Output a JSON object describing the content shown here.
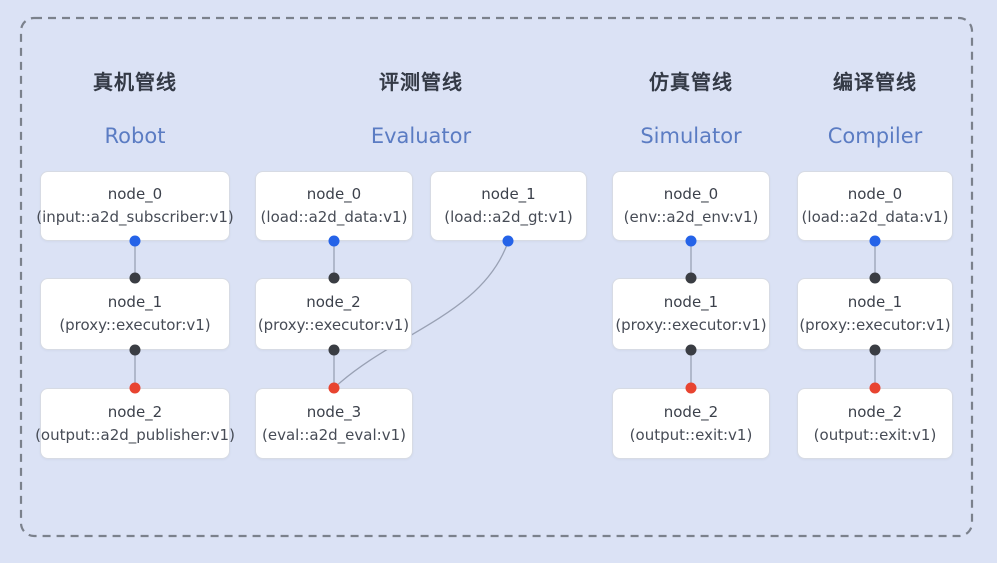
{
  "diagram": {
    "kind": "pipeline-dag-diagram",
    "colors": {
      "background": "#dbe2f5",
      "dashed_border": "#7b818c",
      "node_fill": "#ffffff",
      "node_border": "#d7dbe4",
      "edge": "#99a1b4",
      "title_zh": "#343a46",
      "title_en": "#5b7cc3",
      "node_text": "#3c414b",
      "port_input_blue": "#2563e8",
      "port_internal_black": "#3a3d43",
      "port_output_red": "#e84430"
    },
    "pipelines": [
      {
        "title_zh": "真机管线",
        "title_en": "Robot",
        "nodes": [
          {
            "name": "node_0",
            "type": "(input::a2d_subscriber:v1)"
          },
          {
            "name": "node_1",
            "type": "(proxy::executor:v1)"
          },
          {
            "name": "node_2",
            "type": "(output::a2d_publisher:v1)"
          }
        ]
      },
      {
        "title_zh": "评测管线",
        "title_en": "Evaluator",
        "nodes": [
          {
            "name": "node_0",
            "type": "(load::a2d_data:v1)"
          },
          {
            "name": "node_1",
            "type": "(load::a2d_gt:v1)"
          },
          {
            "name": "node_2",
            "type": "(proxy::executor:v1)"
          },
          {
            "name": "node_3",
            "type": "(eval::a2d_eval:v1)"
          }
        ]
      },
      {
        "title_zh": "仿真管线",
        "title_en": "Simulator",
        "nodes": [
          {
            "name": "node_0",
            "type": "(env::a2d_env:v1)"
          },
          {
            "name": "node_1",
            "type": "(proxy::executor:v1)"
          },
          {
            "name": "node_2",
            "type": "(output::exit:v1)"
          }
        ]
      },
      {
        "title_zh": "编译管线",
        "title_en": "Compiler",
        "nodes": [
          {
            "name": "node_0",
            "type": "(load::a2d_data:v1)"
          },
          {
            "name": "node_1",
            "type": "(proxy::executor:v1)"
          },
          {
            "name": "node_2",
            "type": "(output::exit:v1)"
          }
        ]
      }
    ],
    "edges": [
      "robot: node_0 -> node_1 -> node_2",
      "evaluator: node_0 -> node_2 -> node_3, node_1 -> node_3 (curved)",
      "simulator: node_0 -> node_1 -> node_2",
      "compiler: node_0 -> node_1 -> node_2"
    ]
  }
}
